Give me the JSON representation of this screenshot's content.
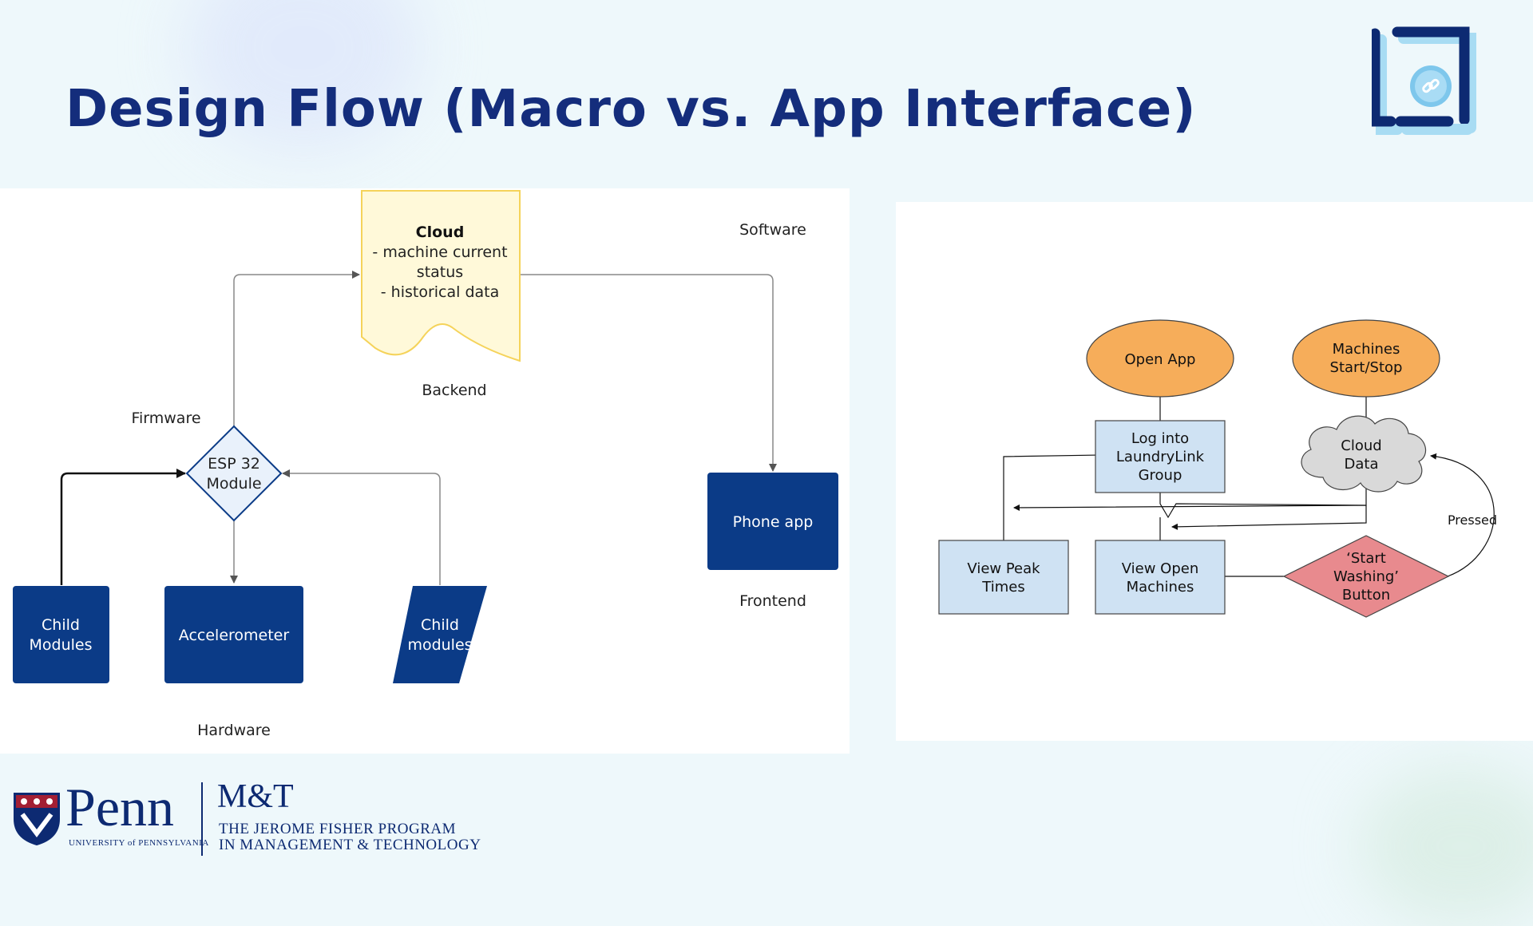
{
  "slide": {
    "title": "Design Flow (Macro vs. App Interface)",
    "accent_color": "#142d7c",
    "logo_icon": "link-icon"
  },
  "macro_diagram": {
    "cloud_title": "Cloud",
    "cloud_lines": [
      "- machine current",
      "status",
      "- historical data"
    ],
    "label_software": "Software",
    "label_backend": "Backend",
    "label_firmware": "Firmware",
    "label_frontend": "Frontend",
    "label_hardware": "Hardware",
    "esp_lines": [
      "ESP 32",
      "Module"
    ],
    "phone_app": "Phone app",
    "child_modules_left": [
      "Child",
      "Modules"
    ],
    "accelerometer": "Accelerometer",
    "child_modules_right": [
      "Child",
      "modules"
    ],
    "colors": {
      "node_fill": "#0b3b87",
      "cloud_fill": "#fff9d9",
      "cloud_stroke": "#f5d35a",
      "diamond_fill": "#e9f1fb"
    }
  },
  "app_diagram": {
    "open_app": "Open App",
    "machines_start_stop": [
      "Machines",
      "Start/Stop"
    ],
    "log_into": [
      "Log into",
      "LaundryLink",
      "Group"
    ],
    "cloud_data": [
      "Cloud",
      "Data"
    ],
    "view_peak_times": [
      "View Peak",
      "Times"
    ],
    "view_open_machines": [
      "View Open",
      "Machines"
    ],
    "start_washing_button": [
      "‘Start",
      "Washing’",
      "Button"
    ],
    "pressed_label": "Pressed",
    "colors": {
      "oval_fill": "#f6ad5a",
      "box_fill": "#cfe2f3",
      "cloud_fill": "#d9d9d9",
      "diamond_fill": "#e88a8e"
    }
  },
  "footer": {
    "penn": "Penn",
    "penn_sub": "UNIVERSITY of PENNSYLVANIA",
    "mt": "M&T",
    "mt_line1": "THE JEROME FISHER PROGRAM",
    "mt_line2": "IN MANAGEMENT & TECHNOLOGY"
  }
}
